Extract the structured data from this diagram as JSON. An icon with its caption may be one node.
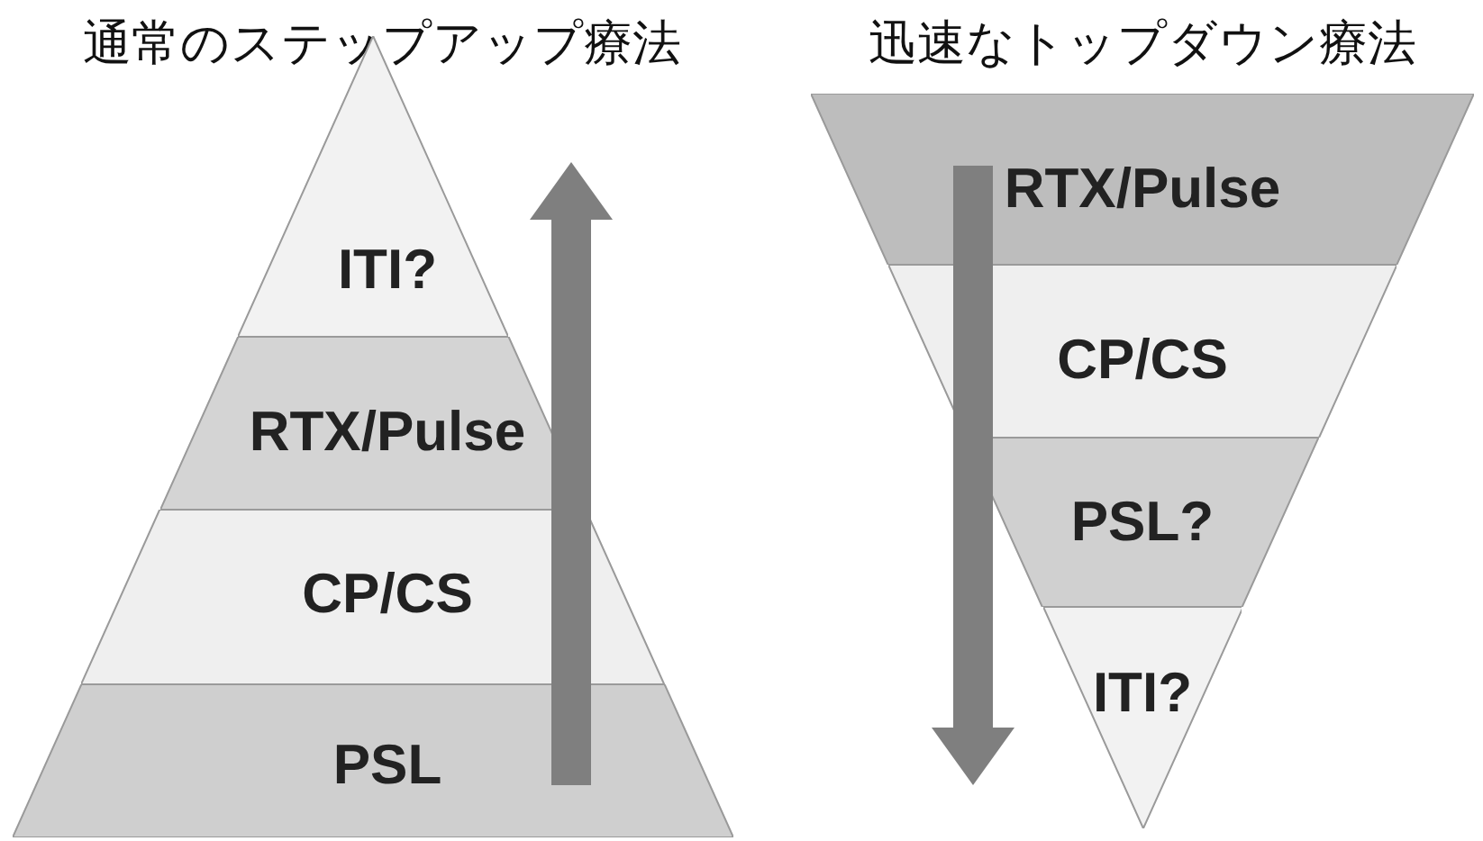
{
  "diagram": {
    "nodes": [
      {
        "text": [
          "ITI?"
        ]
      },
      {
        "text": [
          "RTX/Pulse"
        ]
      },
      {
        "text": [
          "CP/CS"
        ]
      },
      {
        "text": [
          "PSL"
        ]
      },
      {
        "text": [
          "RTX/Pulse"
        ]
      },
      {
        "text": [
          "CP/CS"
        ]
      },
      {
        "text": [
          "PSL?"
        ]
      },
      {
        "text": [
          "ITI?"
        ]
      }
    ],
    "labels": [
      "通常のステップアップ療法",
      "迅速なトップダウン療法"
    ]
  }
}
